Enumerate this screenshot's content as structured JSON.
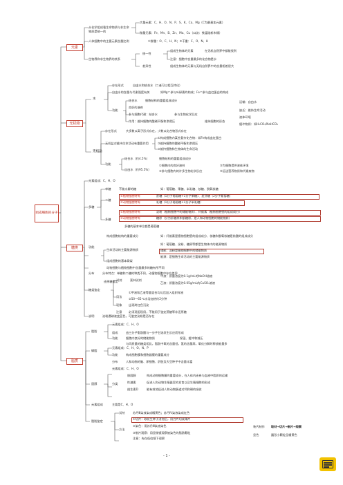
{
  "root": "组成细胞的分子",
  "sections": {
    "elements": "元素",
    "inorganic": "无机物",
    "sugars": "糖类",
    "lipids": "脂质"
  },
  "elements": {
    "a1": "从化学组成看生命物质与非生命物质是统一的",
    "a2": "大量元素：C、H、O、N、P、S、K、Ca、Mg（C为最基本元素）",
    "a3": "微量元素：Fe、Mn、B、Zn、Mo、Cu（口诀：铁猛碰新木桶）",
    "b1": "人体细胞中的主要元素含量比例",
    "b2": "①鲜重：O、C、H、N；②干重：C、O、N、H",
    "c1": "生物界和非生物界的关系",
    "c2": "统一性",
    "c3": "组成生物体的元素",
    "c4": "在无机自然界中都能找到",
    "c5": "差异性",
    "c6": "组成生物体的元素与无机自然界中的含量相差很大",
    "c7": "注意：细胞中含量最多的化合物是水"
  },
  "water": {
    "w0": "水",
    "w1": "存在形式",
    "w2": "自由水和结合水（二者可以相互转化）",
    "w3": "自由水的含量与代谢强度有关",
    "w4": "结合水",
    "w5": "细胞结构的重要组成成分",
    "w6": "功能",
    "w7": "良好的溶剂",
    "w8": "如Mg²⁺参与叶绿素的构成；Fe²⁺参与血红蛋白的构成",
    "w9": "运输：自由水",
    "w10": "参与细胞代谢：结合水",
    "w11": "作用：维持细胞的酸碱平衡和渗透压",
    "w12": "缺乏：维持生命活动",
    "w13": "缓冲物质：如H₂CO₃/NaHCO₃",
    "w14": "参与生物化学反应",
    "w15": "液体环境",
    "w16": "维持细胞的形态"
  },
  "salt": {
    "s0": "无机盐",
    "s1": "存在形式",
    "s2": "大多数以离子形式存在，少数以化合物形式存在",
    "s3": "无机盐对维持生命活动有重要作用",
    "s4": "①构成细胞内某些复杂化合物：如Fe构成血红蛋白",
    "s5": "②维持细胞和生物体的生命活动",
    "s6": "③维持细胞的酸碱平衡和渗透压",
    "s7": "功能",
    "s8": "结合水（约4.5%）",
    "s9": "自由水（约95.5%）",
    "s10": "细胞结构的重要组成成分",
    "s11": "①细胞内的良好溶剂",
    "s12": "②参与细胞内的许多生物化学反应",
    "s13": "③为细胞提供液体环境",
    "s14": "④运送营养物质和代谢废物"
  },
  "sugar": {
    "g1": "元素组成：C、H、O",
    "g2": "单糖",
    "g3": "不能水解的糖",
    "g4": "如：葡萄糖、果糖、半乳糖、核糖、脱氧核糖",
    "g5": "二糖",
    "g6": "①植物细胞特有",
    "g7": "蔗糖（1分子葡萄糖+1分子果糖）、麦芽糖（2分子葡萄糖）",
    "g8": "②动物细胞特有",
    "g9": "乳糖（1分子葡萄糖+1分子半乳糖）",
    "g10": "多糖",
    "g11": "①植物细胞特有",
    "g12": "淀粉（植物细胞中的储能物质）、纤维素（植物细胞壁的组成成分）",
    "g13": "②动物细胞特有",
    "g14": "糖原（分为肝糖原和肌糖原，是人和动物细胞的储能物质）",
    "g15": "多糖的基本单位都是葡萄糖",
    "g16": "功能",
    "g17": "构成细胞结构的重要成分",
    "g18": "如：纤维素是植物细胞壁的组成成分、核糖和脱氧核糖是核酸的组成成分",
    "g19": "生命活动的主要能源物质",
    "g20": "如：葡萄糖、淀粉、糖原等都是生物体内的能源物质",
    "g21": "储能：淀粉是植物细胞中的储能物质",
    "g22": "能源：是细胞生命活动的主要能源物质",
    "g23": "组成细胞的基本骨架",
    "g24": "动物细胞与植物细胞中含量最多的糖有所不同",
    "g25": "分布",
    "g26": "分布特点：单糖和二糖的种类不同，动植物细胞中存在差异",
    "g27": "糖类鉴定",
    "g28": "还原糖鉴定",
    "g29": "试剂",
    "g30": "斐林试剂",
    "g31": "甲液：质量浓度为0.1g/mL的NaOH溶液",
    "g32": "乙液：质量浓度为0.05g/mL的CuSO₄溶液",
    "g33": "用法",
    "g34": "①甲液和乙液等量混合均匀后加入组织样液",
    "g35": "②50～65℃水浴加热约2分钟",
    "g36": "现象",
    "g37": "出现砖红色沉淀",
    "g38": "注意",
    "g39": "必须现配现用，不能用于鉴定蔗糖等非还原糖",
    "g40": "说明",
    "g41": "淀粉遇碘液变蓝色，可鉴定淀粉是否存在"
  },
  "lipid": {
    "l1": "元素组成：C、H、O",
    "l2": "脂肪",
    "l3": "组成",
    "l4": "由三分子脂肪酸与一分子甘油发生反应而形成",
    "l5": "功能",
    "l6": "细胞内良好的储能物质",
    "l7": "保温、缓冲和减压",
    "l8": "与同质量的糖类相比，脂肪中氧的含量低，氢的含量高，氧化分解时释放能量多",
    "l9": "元素组成：C、H、O、N、P",
    "l10": "磷脂",
    "l11": "功能",
    "l12": "构成细胞膜和细胞器膜的重要成分",
    "l13": "分布",
    "l14": "人和动物的脑、卵细胞、肝脏及大豆种子中含量丰富",
    "l15": "元素组成：C、H、O",
    "l16": "固醇",
    "l17": "分类",
    "l18": "胆固醇",
    "l19": "构成动物细胞膜的重要成分，在人体内还参与血液中脂质的运输",
    "l20": "性激素",
    "l21": "促进人和动物生殖器官的发育以及生殖细胞的形成",
    "l22": "维生素D",
    "l23": "能有效地促进人和动物肠道对钙和磷的吸收",
    "l24": "元素组成",
    "l25": "主要是C、H、O",
    "l26": "脂肪鉴定",
    "l27": "试剂",
    "l28": "苏丹Ⅲ染液染成橘黄色；苏丹Ⅳ染液染成红色",
    "l29": "方法",
    "l30": "①切片：取花生种子浸泡后，用刀片切成薄片",
    "l31": "②染色：用苏丹Ⅲ染液染色",
    "l32": "装片制作",
    "l33": "取材→切片→制片→观察",
    "l34": "③制片观察：用显微镜观察被染色的脂肪颗粒",
    "l35": "注意：先在低倍镜下观察",
    "l36": "显色",
    "l37": "圆形小颗粒呈橘黄色"
  },
  "page_number": "- 1 -"
}
